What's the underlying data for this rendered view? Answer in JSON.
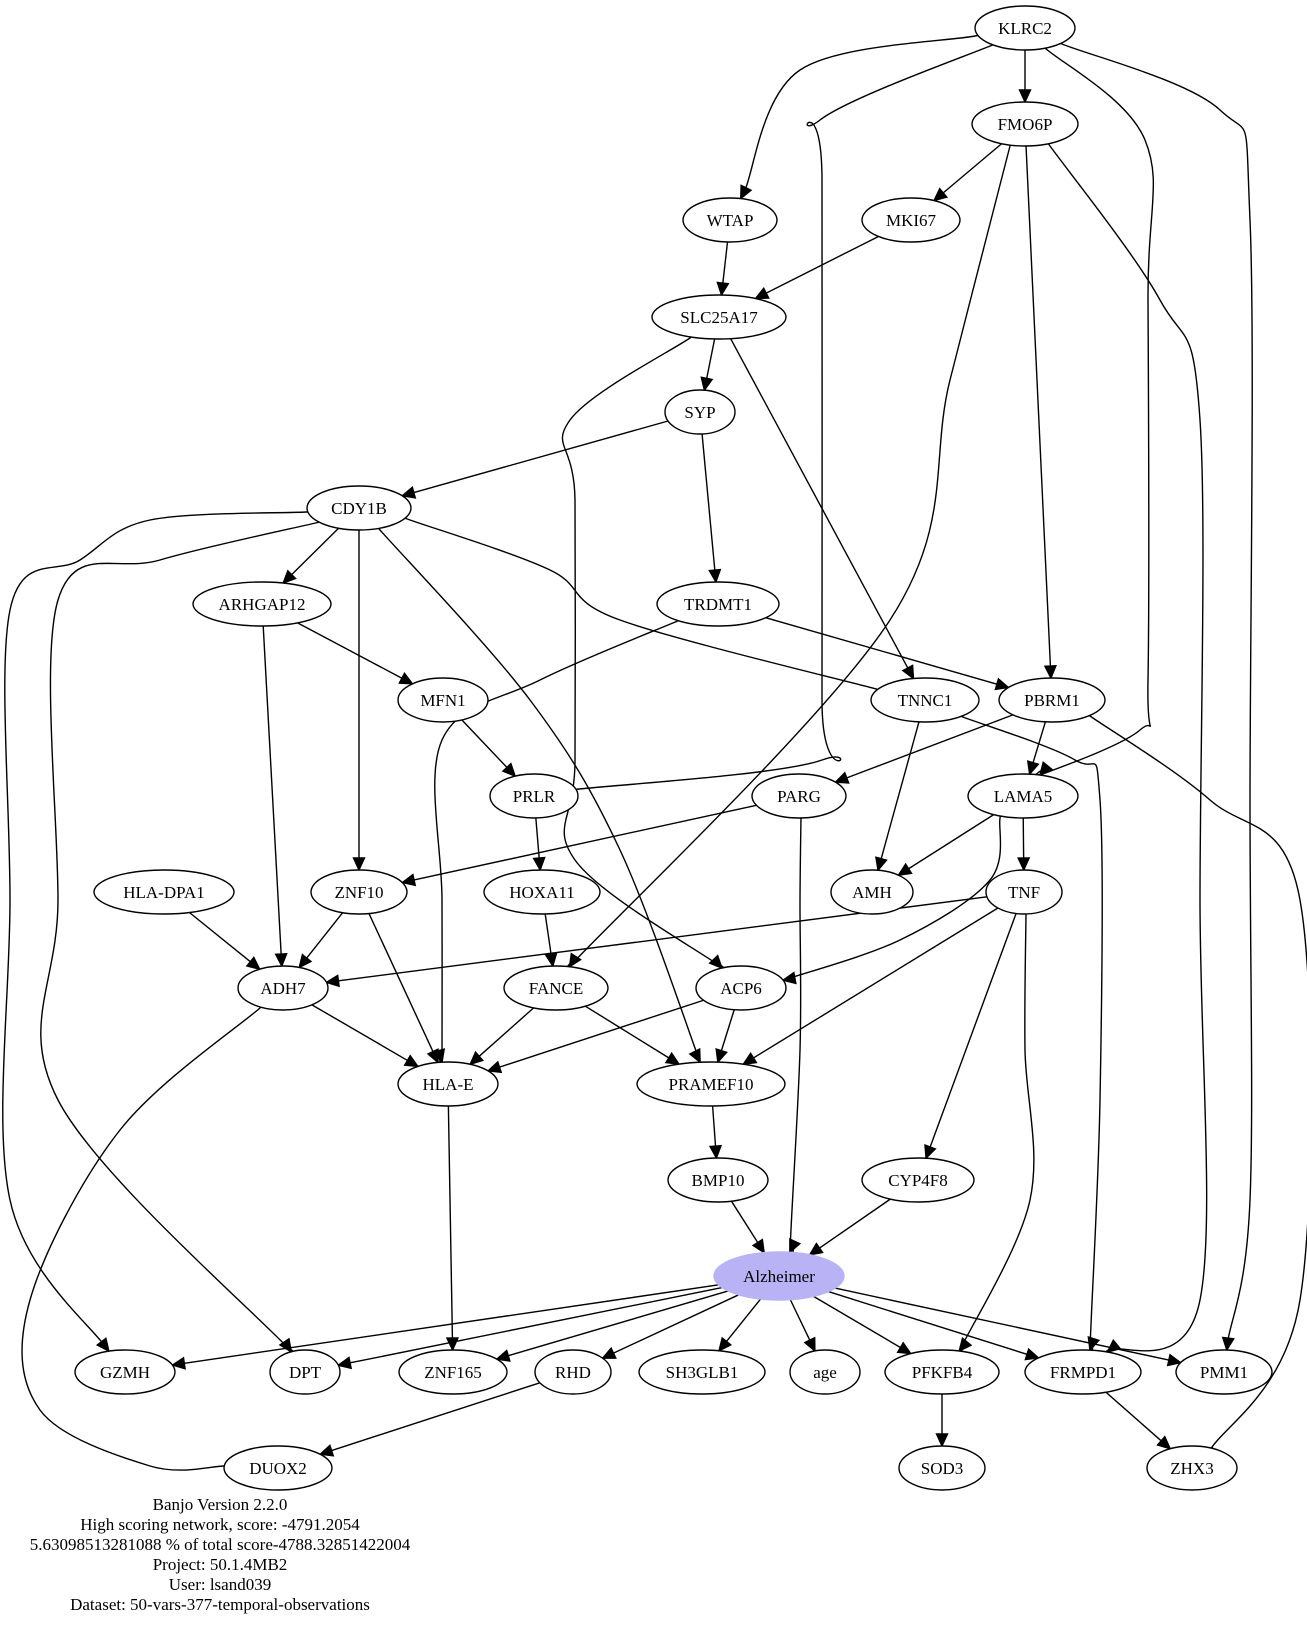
{
  "diagram": {
    "nodes": [
      {
        "id": "KLRC2",
        "label": "KLRC2"
      },
      {
        "id": "FMO6P",
        "label": "FMO6P"
      },
      {
        "id": "WTAP",
        "label": "WTAP"
      },
      {
        "id": "MKI67",
        "label": "MKI67"
      },
      {
        "id": "SLC25A17",
        "label": "SLC25A17"
      },
      {
        "id": "SYP",
        "label": "SYP"
      },
      {
        "id": "CDY1B",
        "label": "CDY1B"
      },
      {
        "id": "ARHGAP12",
        "label": "ARHGAP12"
      },
      {
        "id": "TRDMT1",
        "label": "TRDMT1"
      },
      {
        "id": "MFN1",
        "label": "MFN1"
      },
      {
        "id": "TNNC1",
        "label": "TNNC1"
      },
      {
        "id": "PBRM1",
        "label": "PBRM1"
      },
      {
        "id": "PRLR",
        "label": "PRLR"
      },
      {
        "id": "PARG",
        "label": "PARG"
      },
      {
        "id": "LAMA5",
        "label": "LAMA5"
      },
      {
        "id": "HLA-DPA1",
        "label": "HLA-DPA1"
      },
      {
        "id": "ZNF10",
        "label": "ZNF10"
      },
      {
        "id": "HOXA11",
        "label": "HOXA11"
      },
      {
        "id": "AMH",
        "label": "AMH"
      },
      {
        "id": "TNF",
        "label": "TNF"
      },
      {
        "id": "ADH7",
        "label": "ADH7"
      },
      {
        "id": "FANCE",
        "label": "FANCE"
      },
      {
        "id": "ACP6",
        "label": "ACP6"
      },
      {
        "id": "HLA-E",
        "label": "HLA-E"
      },
      {
        "id": "PRAMEF10",
        "label": "PRAMEF10"
      },
      {
        "id": "BMP10",
        "label": "BMP10"
      },
      {
        "id": "CYP4F8",
        "label": "CYP4F8"
      },
      {
        "id": "Alzheimer",
        "label": "Alzheimer",
        "highlight": true
      },
      {
        "id": "GZMH",
        "label": "GZMH"
      },
      {
        "id": "DPT",
        "label": "DPT"
      },
      {
        "id": "ZNF165",
        "label": "ZNF165"
      },
      {
        "id": "RHD",
        "label": "RHD"
      },
      {
        "id": "SH3GLB1",
        "label": "SH3GLB1"
      },
      {
        "id": "age",
        "label": "age"
      },
      {
        "id": "PFKFB4",
        "label": "PFKFB4"
      },
      {
        "id": "FRMPD1",
        "label": "FRMPD1"
      },
      {
        "id": "PMM1",
        "label": "PMM1"
      },
      {
        "id": "DUOX2",
        "label": "DUOX2"
      },
      {
        "id": "SOD3",
        "label": "SOD3"
      },
      {
        "id": "ZHX3",
        "label": "ZHX3"
      }
    ],
    "edges": [
      [
        "KLRC2",
        "FMO6P"
      ],
      [
        "KLRC2",
        "WTAP"
      ],
      [
        "KLRC2",
        "PRLR"
      ],
      [
        "KLRC2",
        "LAMA5"
      ],
      [
        "KLRC2",
        "PMM1"
      ],
      [
        "FMO6P",
        "MKI67"
      ],
      [
        "FMO6P",
        "PBRM1"
      ],
      [
        "FMO6P",
        "FANCE"
      ],
      [
        "FMO6P",
        "FRMPD1"
      ],
      [
        "WTAP",
        "SLC25A17"
      ],
      [
        "MKI67",
        "SLC25A17"
      ],
      [
        "SLC25A17",
        "SYP"
      ],
      [
        "SLC25A17",
        "TNNC1"
      ],
      [
        "SLC25A17",
        "ACP6"
      ],
      [
        "SYP",
        "CDY1B"
      ],
      [
        "SYP",
        "TRDMT1"
      ],
      [
        "CDY1B",
        "ARHGAP12"
      ],
      [
        "CDY1B",
        "ZNF10"
      ],
      [
        "CDY1B",
        "TNNC1"
      ],
      [
        "CDY1B",
        "PRAMEF10"
      ],
      [
        "CDY1B",
        "GZMH"
      ],
      [
        "CDY1B",
        "DPT"
      ],
      [
        "ARHGAP12",
        "MFN1"
      ],
      [
        "ARHGAP12",
        "ADH7"
      ],
      [
        "TRDMT1",
        "PBRM1"
      ],
      [
        "TRDMT1",
        "HLA-E"
      ],
      [
        "MFN1",
        "PRLR"
      ],
      [
        "TNNC1",
        "AMH"
      ],
      [
        "TNNC1",
        "FRMPD1"
      ],
      [
        "PBRM1",
        "PARG"
      ],
      [
        "PBRM1",
        "LAMA5"
      ],
      [
        "PBRM1",
        "ZHX3"
      ],
      [
        "PRLR",
        "HOXA11"
      ],
      [
        "PARG",
        "ZNF10"
      ],
      [
        "PARG",
        "Alzheimer"
      ],
      [
        "LAMA5",
        "AMH"
      ],
      [
        "LAMA5",
        "TNF"
      ],
      [
        "LAMA5",
        "ACP6"
      ],
      [
        "HLA-DPA1",
        "ADH7"
      ],
      [
        "ZNF10",
        "ADH7"
      ],
      [
        "ZNF10",
        "HLA-E"
      ],
      [
        "HOXA11",
        "FANCE"
      ],
      [
        "TNF",
        "ADH7"
      ],
      [
        "TNF",
        "PRAMEF10"
      ],
      [
        "TNF",
        "CYP4F8"
      ],
      [
        "TNF",
        "PFKFB4"
      ],
      [
        "ADH7",
        "HLA-E"
      ],
      [
        "ADH7",
        "DUOX2"
      ],
      [
        "FANCE",
        "HLA-E"
      ],
      [
        "FANCE",
        "PRAMEF10"
      ],
      [
        "ACP6",
        "HLA-E"
      ],
      [
        "ACP6",
        "PRAMEF10"
      ],
      [
        "HLA-E",
        "ZNF165"
      ],
      [
        "PRAMEF10",
        "BMP10"
      ],
      [
        "BMP10",
        "Alzheimer"
      ],
      [
        "CYP4F8",
        "Alzheimer"
      ],
      [
        "Alzheimer",
        "GZMH"
      ],
      [
        "Alzheimer",
        "DPT"
      ],
      [
        "Alzheimer",
        "ZNF165"
      ],
      [
        "Alzheimer",
        "RHD"
      ],
      [
        "Alzheimer",
        "SH3GLB1"
      ],
      [
        "Alzheimer",
        "age"
      ],
      [
        "Alzheimer",
        "PFKFB4"
      ],
      [
        "Alzheimer",
        "FRMPD1"
      ],
      [
        "Alzheimer",
        "PMM1"
      ],
      [
        "RHD",
        "DUOX2"
      ],
      [
        "PFKFB4",
        "SOD3"
      ],
      [
        "FRMPD1",
        "ZHX3"
      ]
    ],
    "colors": {
      "line": "#000000",
      "node_fill": "#ffffff",
      "highlight_fill": "#b9b3f5"
    }
  },
  "caption": {
    "lines": [
      "Banjo Version 2.2.0",
      "High scoring network, score: -4791.2054",
      "5.63098513281088 % of total score-4788.32851422004",
      "Project: 50.1.4MB2",
      "User: lsand039",
      "Dataset: 50-vars-377-temporal-observations"
    ]
  }
}
